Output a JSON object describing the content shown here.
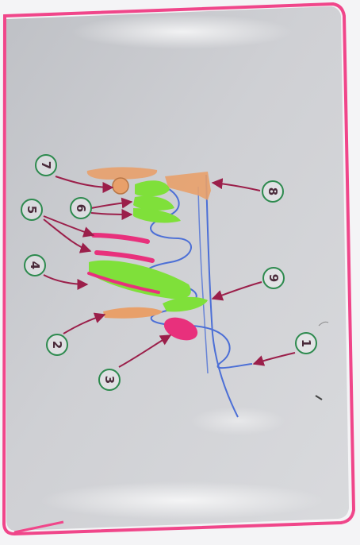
{
  "diagram": {
    "labels": [
      {
        "id": "1",
        "text": "1"
      },
      {
        "id": "2",
        "text": "2"
      },
      {
        "id": "3",
        "text": "3"
      },
      {
        "id": "4",
        "text": "4"
      },
      {
        "id": "5",
        "text": "5"
      },
      {
        "id": "6",
        "text": "6"
      },
      {
        "id": "7",
        "text": "7"
      },
      {
        "id": "8",
        "text": "8"
      },
      {
        "id": "9",
        "text": "9"
      }
    ]
  },
  "colors": {
    "frame": "#f0468a",
    "board": "#c9cacf",
    "circle": "#2d8a4e",
    "arrow": "#9b1f4a",
    "stem": "#4c6fd6",
    "peach": "#e8a06a",
    "green": "#7fe03a",
    "pink": "#e8307c"
  }
}
